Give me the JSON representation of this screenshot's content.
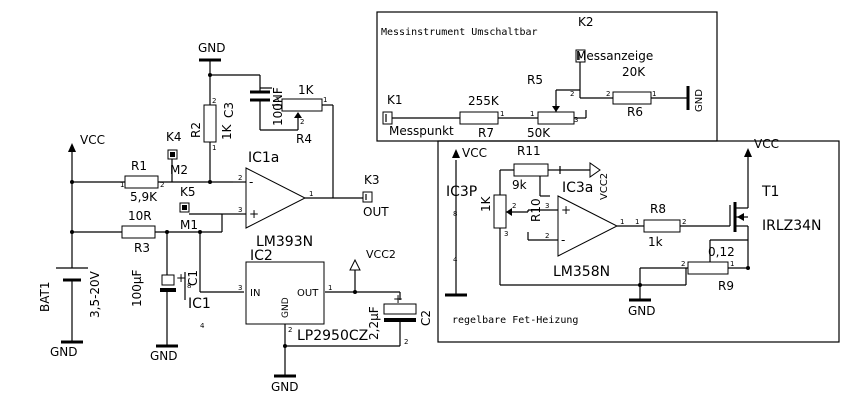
{
  "boxes": {
    "top": {
      "title": "Messinstrument Umschaltbar"
    },
    "right": {
      "title": "regelbare Fet-Heizung"
    }
  },
  "supplies": {
    "vcc": "VCC",
    "vcc2": "VCC2",
    "gnd": "GND"
  },
  "parts": {
    "bat1": {
      "name": "BAT1",
      "value": "3,5-20V"
    },
    "r1": {
      "name": "R1",
      "value": "5,9K"
    },
    "r2": {
      "name": "R2",
      "value": "1K"
    },
    "r3": {
      "name": "R3",
      "value": "10R"
    },
    "r4": {
      "name": "R4",
      "value": "1K"
    },
    "r5": {
      "name": "R5",
      "value": "50K"
    },
    "r6": {
      "name": "R6",
      "value": "20K"
    },
    "r7": {
      "name": "R7",
      "value": "255K"
    },
    "r8": {
      "name": "R8",
      "value": "1k"
    },
    "r9": {
      "name": "R9",
      "value": "0,12"
    },
    "r10": {
      "name": "R10",
      "value": "1K"
    },
    "r11": {
      "name": "R11",
      "value": "9k"
    },
    "c1": {
      "name": "C1",
      "value": "100µF"
    },
    "c2": {
      "name": "C2",
      "value": "2,2µF"
    },
    "c3": {
      "name": "C3",
      "value": "100NF"
    },
    "ic1a": {
      "name": "IC1a",
      "type": "LM393N"
    },
    "ic1": {
      "name": "IC1"
    },
    "ic2": {
      "name": "IC2",
      "type": "LP2950CZ",
      "pin_in": "IN",
      "pin_out": "OUT",
      "pin_gnd": "GND"
    },
    "ic3a": {
      "name": "IC3a",
      "type": "LM358N"
    },
    "ic3p": {
      "name": "IC3P"
    },
    "t1": {
      "name": "T1",
      "type": "IRLZ34N"
    },
    "k2": {
      "name": "K2",
      "label": "Messanzeige"
    },
    "k1": {
      "name": "K1",
      "label": "Messpunkt"
    },
    "k3": {
      "name": "K3",
      "label": "OUT"
    },
    "k4": {
      "name": "K4"
    },
    "k5": {
      "name": "K5"
    },
    "m1": {
      "name": "M1"
    },
    "m2": {
      "name": "M2"
    }
  },
  "pins": {
    "p1": "1",
    "p2": "2",
    "p3": "3",
    "p4": "4",
    "p8": "8",
    "plus": "+",
    "minus": "-"
  }
}
